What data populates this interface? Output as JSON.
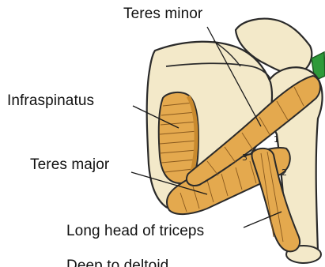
{
  "labels": {
    "teres_minor": "Teres minor",
    "infraspinatus": "Infraspinatus",
    "teres_major": "Teres major",
    "long_head_triceps": "Long head of triceps",
    "cut_off_bottom": "Deep to deltoid",
    "marker_1": "1",
    "marker_2": "2",
    "marker_3": "3"
  },
  "colors": {
    "bone": "#f3e9c9",
    "muscle": "#e4a94e",
    "muscle_dark": "#c98a2e",
    "outline": "#2a2a2a",
    "accent_green": "#2e9a3a"
  }
}
